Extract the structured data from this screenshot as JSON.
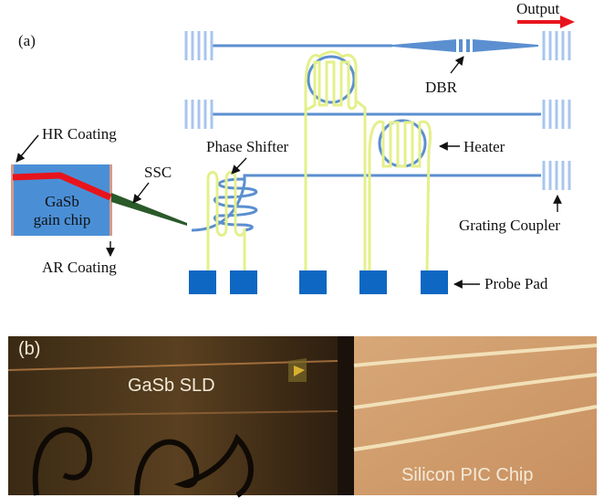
{
  "panel_a": {
    "panel_label": "(a)",
    "labels": {
      "output": "Output",
      "dbr": "DBR",
      "hr_coating": "HR Coating",
      "ssc": "SSC",
      "phase_shifter": "Phase Shifter",
      "heater": "Heater",
      "gain_chip_line1": "GaSb",
      "gain_chip_line2": "gain chip",
      "ar_coating": "AR Coating",
      "grating_coupler": "Grating Coupler",
      "probe_pad": "Probe Pad"
    },
    "colors": {
      "waveguide": "#5b8fd0",
      "heater_wire": "#e4f08a",
      "probe_pad": "#0e67c2",
      "gain_chip": "#4a8fd6",
      "laser_stripe": "#e8141c",
      "output_arrow": "#e8141c",
      "ssc_taper": "#2a5a2a"
    }
  },
  "panel_b": {
    "panel_label": "(b)",
    "label_left": "GaSb SLD",
    "label_right": "Silicon PIC Chip"
  }
}
